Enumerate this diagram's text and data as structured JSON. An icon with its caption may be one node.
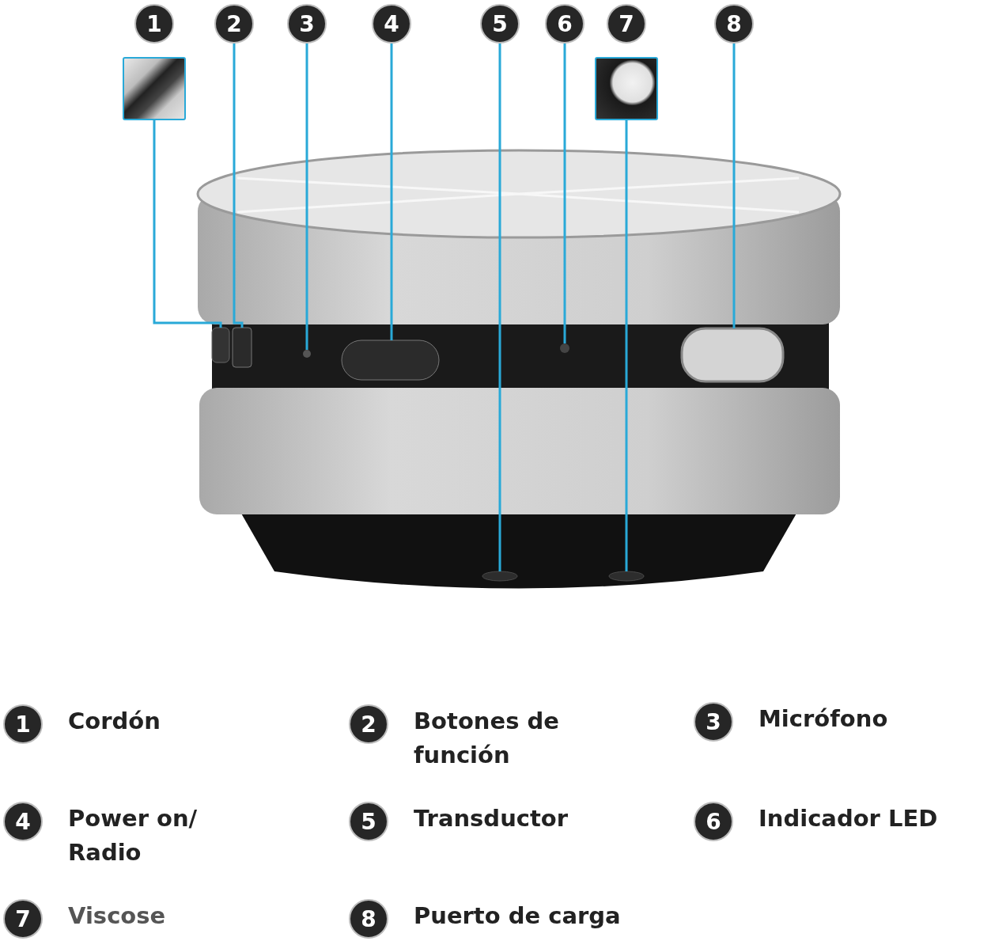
{
  "diagram": {
    "nodes": [
      {
        "text": [
          "1"
        ]
      },
      {
        "text": [
          "2"
        ]
      },
      {
        "text": [
          "3"
        ]
      },
      {
        "text": [
          "4"
        ]
      },
      {
        "text": [
          "5"
        ]
      },
      {
        "text": [
          "6"
        ]
      },
      {
        "text": [
          "7"
        ]
      },
      {
        "text": [
          "8"
        ]
      },
      {
        "text": [],
        "shape": "picture"
      },
      {
        "text": [],
        "shape": "picture"
      },
      {
        "text": [],
        "shape": "picture"
      },
      {
        "text": [],
        "shape": "box",
        "in": 10
      },
      {
        "text": [],
        "shape": "box",
        "in": 10
      },
      {
        "text": [],
        "shape": "circle",
        "in": 10
      },
      {
        "text": [],
        "shape": "box",
        "in": 10
      },
      {
        "text": [],
        "shape": "circle",
        "in": 10
      },
      {
        "text": [],
        "shape": "circle",
        "in": 10
      },
      {
        "text": [],
        "shape": "circle",
        "in": 10
      },
      {
        "text": [],
        "shape": "box",
        "in": 10
      },
      {
        "text": [
          "1"
        ],
        "beside": [
          "Cordón"
        ]
      },
      {
        "text": [
          "2"
        ],
        "beside": [
          "Botones de función"
        ]
      },
      {
        "text": [
          "3"
        ],
        "beside": [
          "Micrófono"
        ]
      },
      {
        "text": [
          "4"
        ],
        "beside": [
          "Power on/ Radio"
        ]
      },
      {
        "text": [
          "5"
        ],
        "beside": [
          "Transductor"
        ]
      },
      {
        "text": [
          "6"
        ],
        "beside": [
          "Indicador LED"
        ]
      },
      {
        "text": [
          "7"
        ],
        "beside": [
          "Viscose"
        ]
      },
      {
        "text": [
          "8"
        ],
        "beside": [
          "Puerto de carga"
        ]
      }
    ],
    "edges": [
      {
        "from": 8,
        "to": 11,
        "arrow": "none"
      },
      {
        "from": 1,
        "to": 12,
        "arrow": "none"
      },
      {
        "from": 2,
        "to": 13,
        "arrow": "none"
      },
      {
        "from": 3,
        "to": 14,
        "arrow": "none"
      },
      {
        "from": 4,
        "to": 15,
        "arrow": "none"
      },
      {
        "from": 5,
        "to": 16,
        "arrow": "none"
      },
      {
        "from": 9,
        "to": 17,
        "arrow": "none"
      },
      {
        "from": 7,
        "to": 18,
        "arrow": "none"
      }
    ]
  }
}
